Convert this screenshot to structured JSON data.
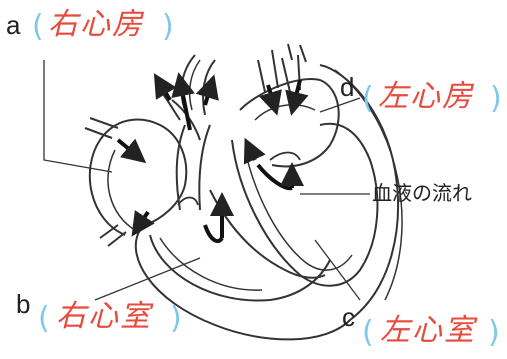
{
  "labels": {
    "a": {
      "letter": "a",
      "answer": "右心房"
    },
    "b": {
      "letter": "b",
      "answer": "右心室"
    },
    "c": {
      "letter": "c",
      "answer": "左心室"
    },
    "d": {
      "letter": "d",
      "answer": "左心房"
    }
  },
  "brackets": {
    "open": "(",
    "close": ")"
  },
  "annotation": {
    "blood_flow": "血液の流れ"
  },
  "colors": {
    "handwriting": "#e84a3c",
    "bracket": "#7fc8e8",
    "line_art": "#333333"
  }
}
